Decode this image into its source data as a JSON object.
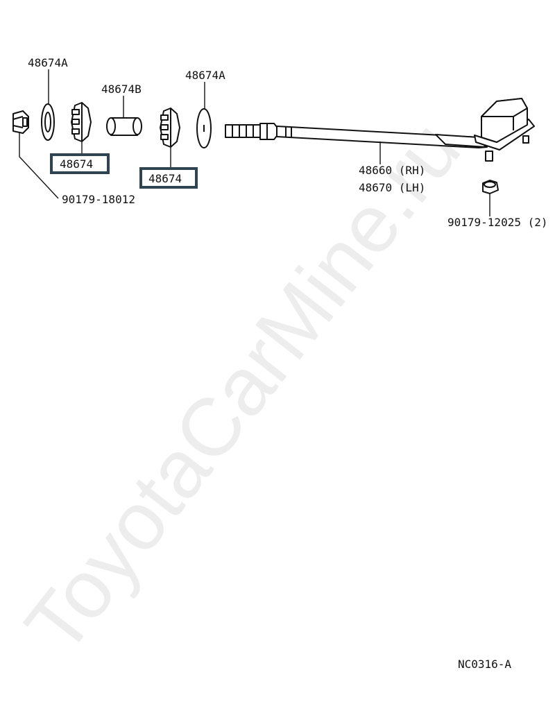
{
  "watermark": "ToyotaCarMine.ru",
  "labels": {
    "washer_a_left": "48674A",
    "washer_a_right": "48674A",
    "collar": "48674B",
    "bushing_left": "48674",
    "bushing_right": "48674",
    "bolt": "90179-18012",
    "arm_rh": "48660 (RH)",
    "arm_lh": "48670 (LH)",
    "nut": "90179-12025 (2)"
  },
  "figure_code": "NC0316-A",
  "colors": {
    "highlight_box": "#2e4450",
    "line": "#111111",
    "watermark": "#000000"
  }
}
